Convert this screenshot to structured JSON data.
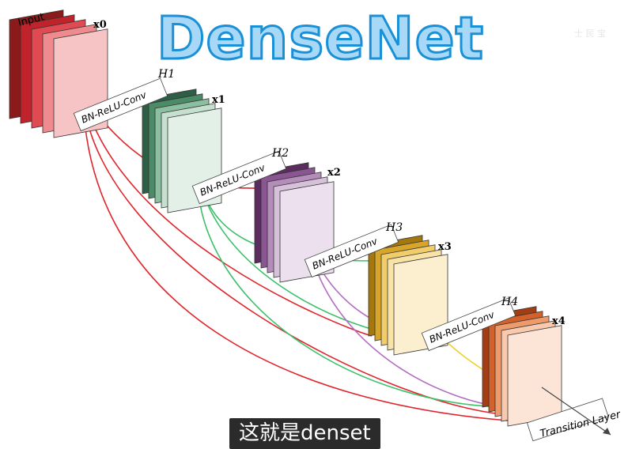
{
  "title": "DenseNet",
  "subtitle": "这就是denset",
  "watermark": "士 民 宝",
  "diagram": {
    "input_label": "Input",
    "stage_labels": [
      "x0",
      "x1",
      "x2",
      "x3",
      "x4"
    ],
    "block_labels": [
      "H1",
      "H2",
      "H3",
      "H4"
    ],
    "conv_label": "BN-ReLU-Conv",
    "transition_label": "Transition Layer"
  },
  "colors": {
    "title_fill": "#a7d8f7",
    "title_stroke": "#1a90d6",
    "stage0": [
      "#8b1a1a",
      "#c0232b",
      "#e04a52",
      "#ef8a8f",
      "#f7c4c6"
    ],
    "stage1": [
      "#2f5e46",
      "#4c8b67",
      "#8cbfa0",
      "#c5e0cf",
      "#e2f0e7"
    ],
    "stage2": [
      "#5a2d5e",
      "#8a5692",
      "#b58dbb",
      "#d7c0da",
      "#ecdfee"
    ],
    "stage3": [
      "#a5780d",
      "#d6a52a",
      "#f0cd6a",
      "#f8e2a6",
      "#fcefcf"
    ],
    "stage4": [
      "#a33d14",
      "#d2612b",
      "#ee9b6c",
      "#f8c9ad",
      "#fce4d6"
    ],
    "red_arrow": "#e0242b",
    "green_arrow": "#3cc06a",
    "purple_arrow": "#b26cc2",
    "yellow_arrow": "#f0cf2c"
  }
}
